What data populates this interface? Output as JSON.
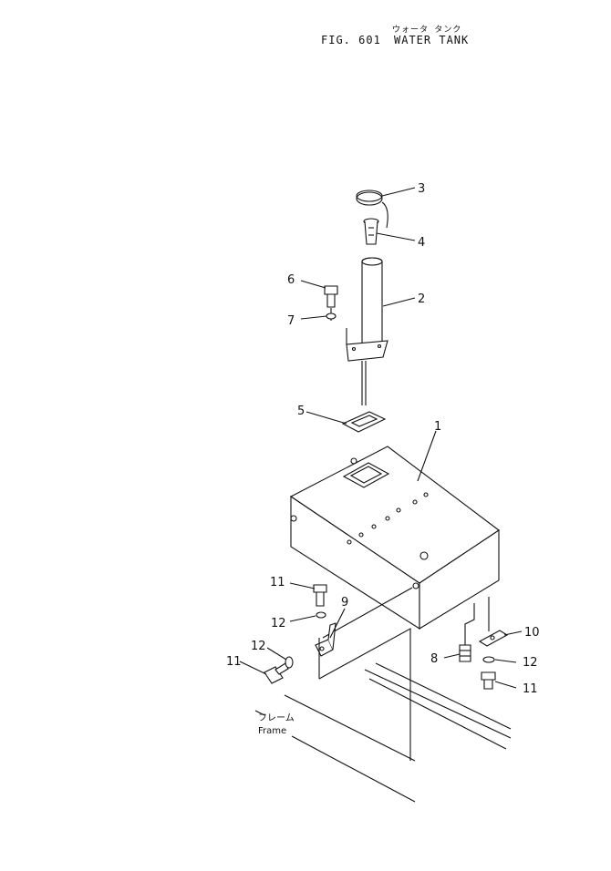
{
  "header": {
    "jp_title": "ウォータ タンク",
    "fig_number": "FIG. 601",
    "title": "WATER TANK"
  },
  "callouts": {
    "p1": "1",
    "p2": "2",
    "p3": "3",
    "p4": "4",
    "p5": "5",
    "p6": "6",
    "p7": "7",
    "p8": "8",
    "p9": "9",
    "p10": "10",
    "p11a": "11",
    "p11b": "11",
    "p11c": "11",
    "p12a": "12",
    "p12b": "12",
    "p12c": "12"
  },
  "frame_label": {
    "jp": "フレーム",
    "en": "Frame"
  }
}
